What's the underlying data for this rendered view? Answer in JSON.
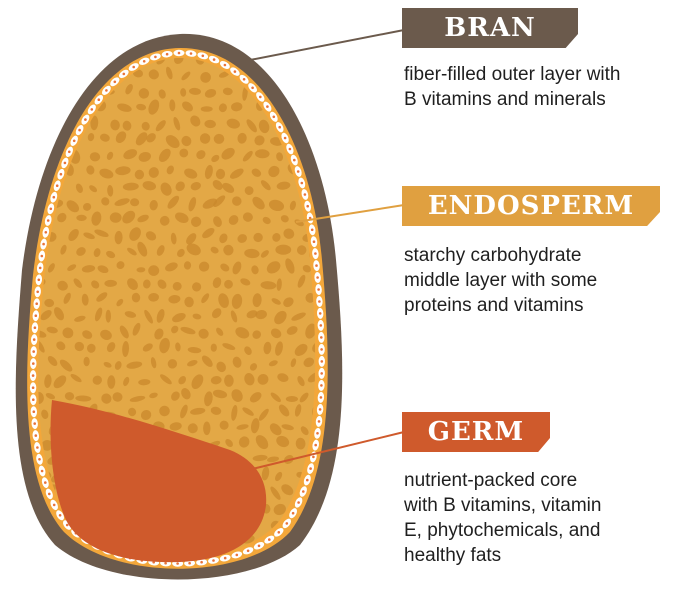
{
  "layers": [
    {
      "key": "bran",
      "label": "BRAN",
      "color": "#6b5a4c",
      "description_lines": [
        "fiber-filled outer layer with",
        "B vitamins and minerals"
      ]
    },
    {
      "key": "endosperm",
      "label": "ENDOSPERM",
      "color": "#e0a040",
      "description_lines": [
        "starchy carbohydrate",
        "middle layer with some",
        "proteins and vitamins"
      ]
    },
    {
      "key": "germ",
      "label": "GERM",
      "color": "#cf5a2c",
      "description_lines": [
        "nutrient-packed core",
        "with B vitamins, vitamin",
        "E, phytochemicals, and",
        "healthy fats"
      ]
    }
  ],
  "colors": {
    "bran": "#6b5a4c",
    "aleurone_ring": "#f3a73a",
    "aleurone_cells": "#ffffff",
    "aleurone_dots": "#e8733a",
    "endosperm_fill": "#e3a846",
    "endosperm_texture": "#c9882c",
    "germ": "#cf5a2c"
  }
}
